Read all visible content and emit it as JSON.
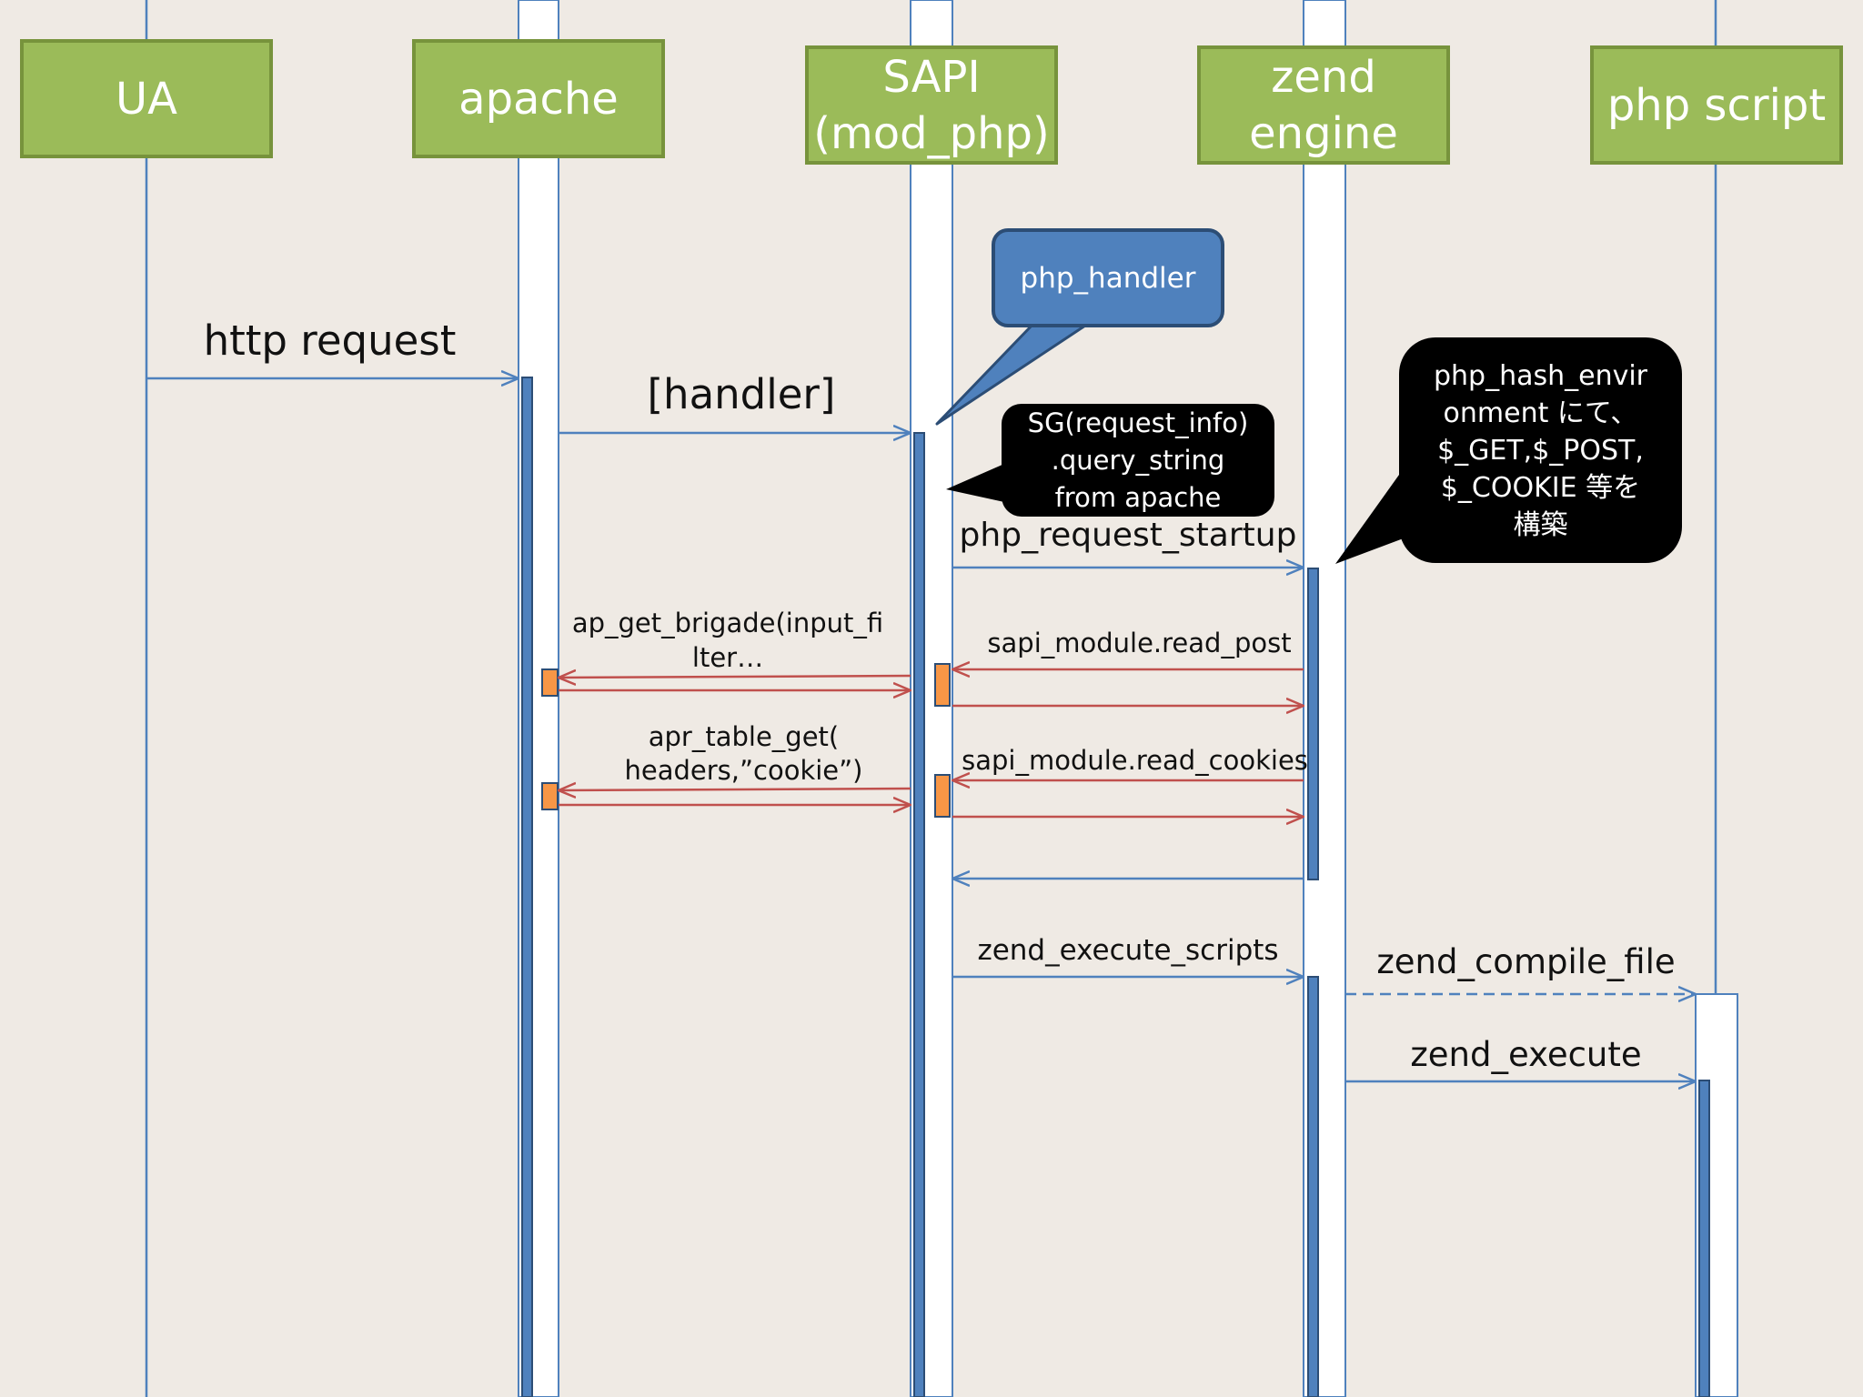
{
  "lifelines": [
    {
      "id": "ua",
      "label": "UA"
    },
    {
      "id": "apache",
      "label": "apache"
    },
    {
      "id": "sapi",
      "label": "SAPI\n(mod_php)"
    },
    {
      "id": "zend",
      "label": "zend\nengine"
    },
    {
      "id": "script",
      "label": "php script"
    }
  ],
  "messages": [
    {
      "id": "http-request",
      "label": "http request",
      "from": "ua",
      "to": "apache",
      "style": "solid",
      "color": "#4f81bd"
    },
    {
      "id": "handler",
      "label": "[handler]",
      "from": "apache",
      "to": "sapi",
      "style": "solid",
      "color": "#4f81bd"
    },
    {
      "id": "php-request-startup",
      "label": "php_request_startup",
      "from": "sapi",
      "to": "zend",
      "style": "solid",
      "color": "#4f81bd"
    },
    {
      "id": "read-post",
      "label": "sapi_module.read_post",
      "from": "zend",
      "to": "sapi",
      "style": "solid",
      "color": "#c0504d"
    },
    {
      "id": "ap-get-brigade",
      "label": "ap_get_brigade(input_fi\nlter…",
      "from": "sapi",
      "to": "apache",
      "style": "solid",
      "color": "#c0504d"
    },
    {
      "id": "read-cookies",
      "label": "sapi_module.read_cookies",
      "from": "zend",
      "to": "sapi",
      "style": "solid",
      "color": "#c0504d"
    },
    {
      "id": "apr-table-get",
      "label": "apr_table_get(\nheaders,”cookie”)",
      "from": "sapi",
      "to": "apache",
      "style": "solid",
      "color": "#c0504d"
    },
    {
      "id": "zend-execute-scripts",
      "label": "zend_execute_scripts",
      "from": "sapi",
      "to": "zend",
      "style": "solid",
      "color": "#4f81bd"
    },
    {
      "id": "zend-compile-file",
      "label": "zend_compile_file",
      "from": "zend",
      "to": "script",
      "style": "dashed",
      "color": "#4f81bd"
    },
    {
      "id": "zend-execute",
      "label": "zend_execute",
      "from": "zend",
      "to": "script",
      "style": "solid",
      "color": "#4f81bd"
    }
  ],
  "callouts": [
    {
      "id": "php-handler",
      "text": "php_handler",
      "background": "#4f81bd",
      "border": "#2c4d75",
      "color": "#ffffff"
    },
    {
      "id": "query-string",
      "text": "SG(request_info)\n.query_string\nfrom apache",
      "background": "#000000",
      "border": "#000000",
      "color": "#ffffff"
    },
    {
      "id": "hash-environment",
      "text": "php_hash_envir\nonment にて、\n$_GET,$_POST,\n$_COOKIE 等を\n構築",
      "background": "#000000",
      "border": "#000000",
      "color": "#ffffff"
    }
  ],
  "colors": {
    "background": "#efeae4",
    "lifeline_fill": "#9bbb59",
    "lifeline_border": "#77933c",
    "line_blue": "#4f81bd",
    "line_red": "#c0504d",
    "activation_blue": "#4f81bd",
    "activation_orange": "#f79646"
  }
}
